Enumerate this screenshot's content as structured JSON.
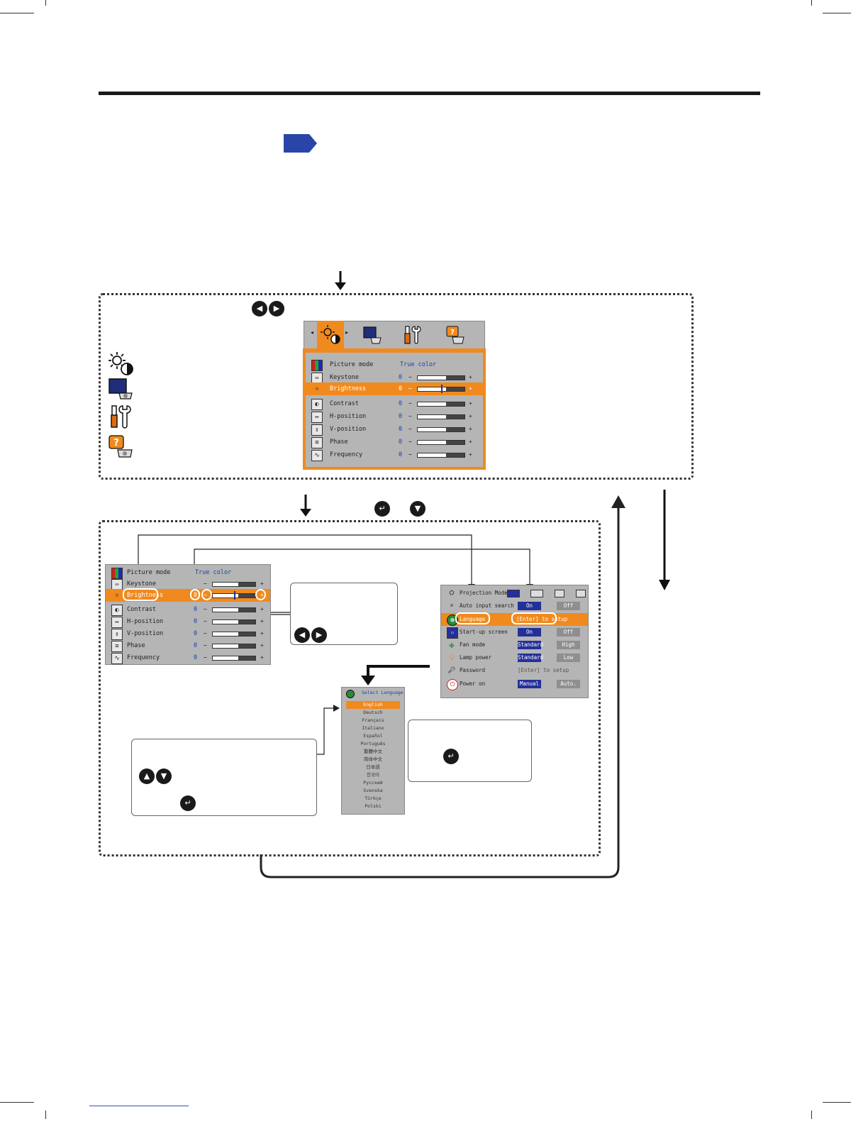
{
  "colors": {
    "accent": "#f08a1e",
    "selected_option": "#24309a",
    "osd_bg": "#b5b5b5",
    "value_text": "#1a3fb0",
    "badge": "#2a45a8"
  },
  "icons": {
    "picture": "sun-contrast-icon",
    "screen": "monitor-icon",
    "setup": "tools-icon",
    "info": "question-monitor-icon",
    "nav_lr": "left-right-buttons-icon",
    "enter": "enter-button-icon",
    "down": "down-button-icon",
    "up_down": "up-down-buttons-icon"
  },
  "picture_menu": {
    "rows": [
      {
        "label": "Picture mode",
        "value": "True color",
        "icon": "rgb-icon"
      },
      {
        "label": "Keystone",
        "value": "0",
        "minus": "−",
        "plus": "+",
        "level": 0.5,
        "icon": "keystone-icon"
      },
      {
        "label": "Brightness",
        "value": "0",
        "minus": "−",
        "plus": "+",
        "level": 0.5,
        "icon": "brightness-icon"
      },
      {
        "label": "Contrast",
        "value": "0",
        "minus": "−",
        "plus": "+",
        "level": 0.5,
        "icon": "contrast-icon"
      },
      {
        "label": "H-position",
        "value": "0",
        "minus": "−",
        "plus": "+",
        "level": 0.5,
        "icon": "h-position-icon"
      },
      {
        "label": "V-position",
        "value": "0",
        "minus": "−",
        "plus": "+",
        "level": 0.5,
        "icon": "v-position-icon"
      },
      {
        "label": "Phase",
        "value": "0",
        "minus": "−",
        "plus": "+",
        "level": 0.5,
        "icon": "phase-icon"
      },
      {
        "label": "Frequency",
        "value": "0",
        "minus": "−",
        "plus": "+",
        "level": 0.5,
        "icon": "frequency-icon"
      }
    ]
  },
  "sub_menu": {
    "rows": [
      {
        "label": "Picture mode",
        "value": "True color"
      },
      {
        "label": "Keystone",
        "value": "",
        "minus": "−",
        "plus": "+"
      },
      {
        "label": "Brightness",
        "value": "0",
        "minus": "−",
        "plus": "+"
      },
      {
        "label": "Contrast",
        "value": "0",
        "minus": "−",
        "plus": "+"
      },
      {
        "label": "H-position",
        "value": "0",
        "minus": "−",
        "plus": "+"
      },
      {
        "label": "V-position",
        "value": "0",
        "minus": "−",
        "plus": "+"
      },
      {
        "label": "Phase",
        "value": "0",
        "minus": "−",
        "plus": "+"
      },
      {
        "label": "Frequency",
        "value": "0",
        "minus": "−",
        "plus": "+"
      }
    ]
  },
  "setup_menu": {
    "rows": [
      {
        "label": "Projection Mode",
        "icon": "projection-icon"
      },
      {
        "label": "Auto input search",
        "options": [
          "On",
          "Off"
        ],
        "icon": "input-search-icon"
      },
      {
        "label": "Language",
        "action": "[Enter] to setup",
        "icon": "globe-icon"
      },
      {
        "label": "Start-up screen",
        "options": [
          "On",
          "Off"
        ],
        "icon": "startup-icon"
      },
      {
        "label": "Fan mode",
        "options": [
          "Standard",
          "High"
        ],
        "icon": "fan-icon"
      },
      {
        "label": "Lamp power",
        "options": [
          "Standard",
          "Low"
        ],
        "icon": "lamp-icon"
      },
      {
        "label": "Password",
        "action": "[Enter] to setup",
        "icon": "password-icon"
      },
      {
        "label": "Power on",
        "options": [
          "Manual",
          "Auto."
        ],
        "icon": "power-icon"
      }
    ]
  },
  "language_menu": {
    "title": "Select Language",
    "items": [
      "English",
      "Deutsch",
      "Français",
      "Italiano",
      "Español",
      "Português",
      "繁體中文",
      "简体中文",
      "日本語",
      "한국어",
      "Pусский",
      "Svenska",
      "Türkçe",
      "Polski"
    ]
  }
}
